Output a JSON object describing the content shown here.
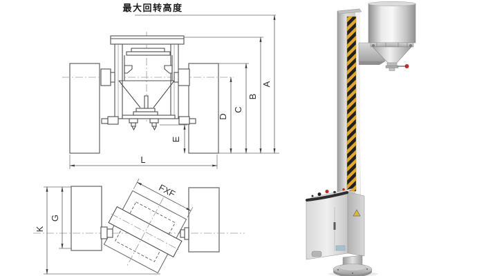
{
  "title": "最大回转高度",
  "front_view": {
    "dims": {
      "a": "A",
      "b": "B",
      "c": "C",
      "d": "D",
      "e": "E",
      "l": "L"
    }
  },
  "top_view": {
    "dims": {
      "k": "K",
      "g": "G",
      "fxf": "FXF"
    }
  },
  "colors": {
    "hazard_yellow": "#e2a72e",
    "hazard_black": "#1f1f1f",
    "accent_red": "#bf2b25",
    "warning_yellow": "#e0b63a",
    "label_blue": "#a8bfd0"
  }
}
